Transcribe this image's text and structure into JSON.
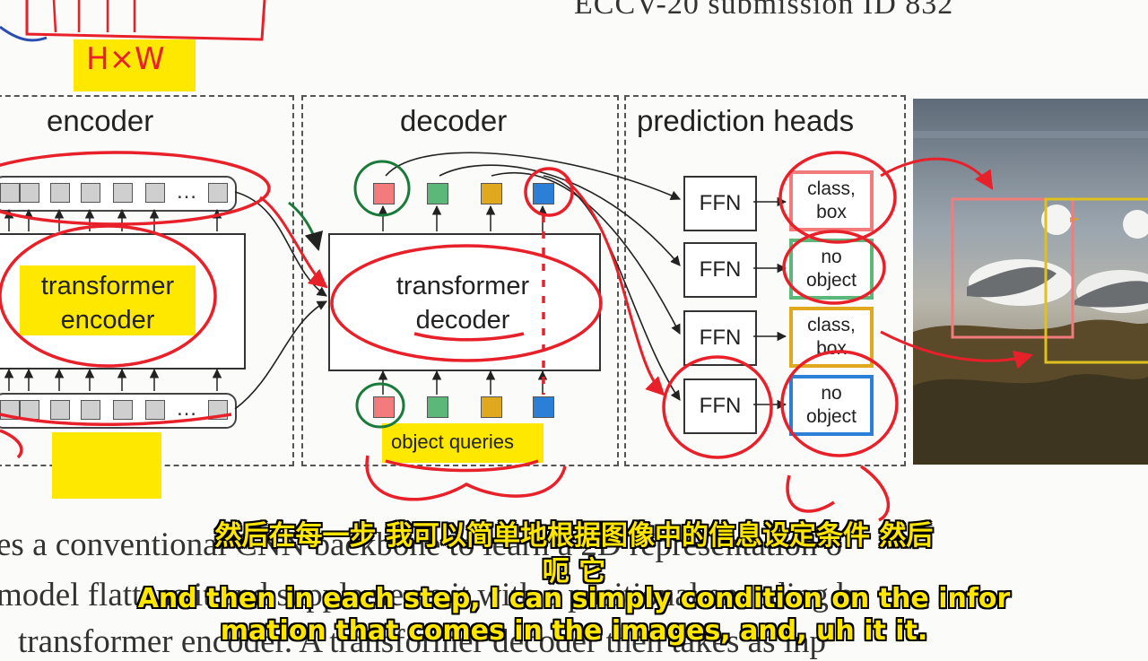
{
  "header": {
    "text": "ECCV-20 submission ID 832"
  },
  "handwritten_note": "H×W",
  "panels": {
    "encoder": {
      "title": "encoder",
      "box_line1": "transformer",
      "box_line2": "encoder"
    },
    "decoder": {
      "title": "decoder",
      "box_line1": "transformer",
      "box_line2": "decoder",
      "queries_label": "object queries"
    },
    "heads": {
      "title": "prediction heads",
      "ffn_label": "FFN",
      "outputs": [
        {
          "line1": "class,",
          "line2": "box",
          "color": "#f27b7b"
        },
        {
          "line1": "no",
          "line2": "object",
          "color": "#5cb878"
        },
        {
          "line1": "class,",
          "line2": "box",
          "color": "#e0a81e"
        },
        {
          "line1": "no",
          "line2": "object",
          "color": "#2b7fd6"
        }
      ]
    }
  },
  "query_colors": [
    "#f27b7b",
    "#5cb878",
    "#e0a81e",
    "#2b7fd6"
  ],
  "annotation_color": "#e8202a",
  "body_text": {
    "line1": "es a conventional CNN backbone to learn a 2D representation o",
    "line2": "model flattens it and supplements it with a positional encoding b",
    "line3": "transformer encoder. A transformer decoder then takes as inp"
  },
  "subtitle": {
    "cn_line1": "然后在每一步 我可以简单地根据图像中的信息设定条件 然后",
    "cn_line2": "呃 它",
    "en_line1": "And then in each step, I can simply condition on the infor",
    "en_line2": "mation that comes in the images, and, uh it it."
  }
}
